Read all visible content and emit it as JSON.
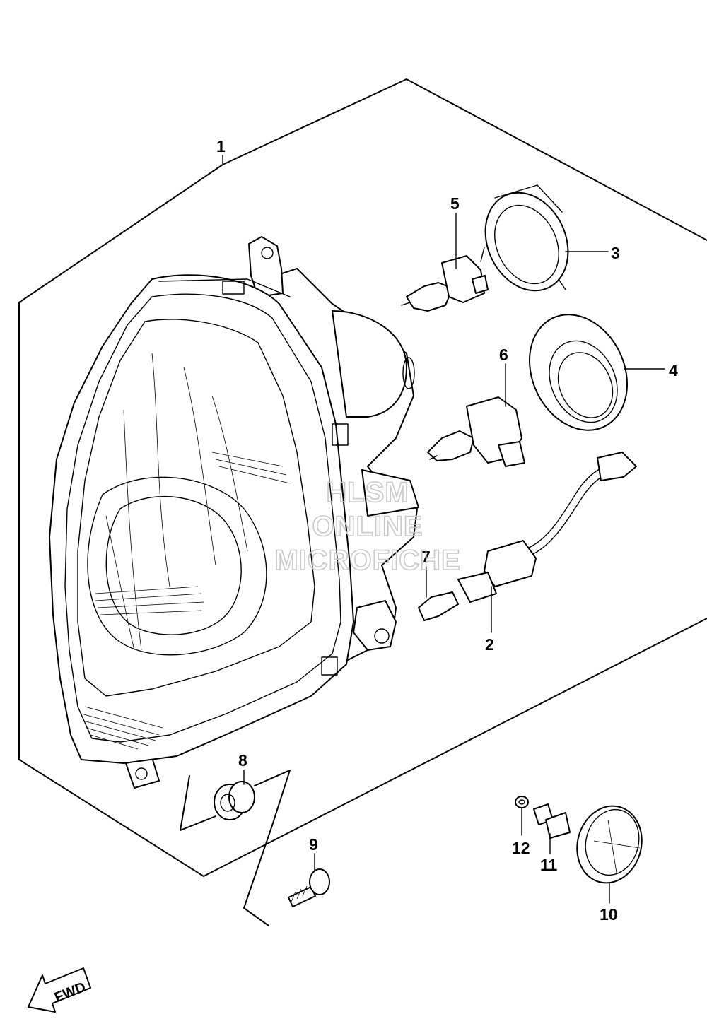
{
  "diagram": {
    "parts": [
      {
        "ref": "1",
        "label": "1"
      },
      {
        "ref": "2",
        "label": "2"
      },
      {
        "ref": "3",
        "label": "3"
      },
      {
        "ref": "4",
        "label": "4"
      },
      {
        "ref": "5",
        "label": "5"
      },
      {
        "ref": "6",
        "label": "6"
      },
      {
        "ref": "7",
        "label": "7"
      },
      {
        "ref": "8",
        "label": "8"
      },
      {
        "ref": "9",
        "label": "9"
      },
      {
        "ref": "10",
        "label": "10"
      },
      {
        "ref": "11",
        "label": "11"
      },
      {
        "ref": "12",
        "label": "12"
      }
    ],
    "watermark": {
      "line1": "HLSM",
      "line2": "ONLINE",
      "line3": "MICROFICHE"
    },
    "direction_label": "FWD",
    "colors": {
      "ink": "#000000",
      "watermark": "#c9c9c9",
      "background": "#ffffff"
    }
  }
}
